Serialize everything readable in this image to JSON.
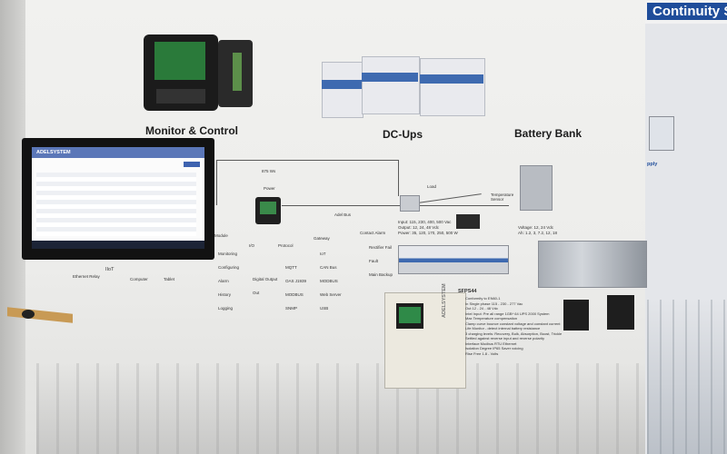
{
  "banner": {
    "title": "Continuity S"
  },
  "headings": {
    "monitor": "Monitor & Control",
    "dcups": "DC-Ups",
    "battery": "Battery Bank"
  },
  "tv": {
    "brand": "ADELSYSTEM"
  },
  "diagram": {
    "power_rating": "875 Ws",
    "power": "Power",
    "load": "Load",
    "adel_bus": "Adel Bus",
    "temp_sensor": "Temperature Sensor",
    "dc_specs": "Input: 115, 230, 400, 500 Vac\nOutput: 12, 24, 48 Vdc\nPower: 35, 120, 170, 250, 500 W",
    "battery_specs": "Voltage: 12, 24 Vdc\nAh: 1.2, 3, 7.2, 12, 18",
    "contact_alarm": "Contact Alarm",
    "rectifier": "Rectifier Fail",
    "fault": "Fault",
    "main_backup": "Main Backup",
    "ethernet": "Ethernet Relay",
    "iot": "IIoT",
    "computer": "Computer",
    "tablet": "Tablet",
    "col_module": "Module",
    "col_io": "I/O",
    "col_protocol": "Protocol",
    "col_gateway": "Gateway",
    "module_items": [
      "Monitoring",
      "Configuring",
      "Alarm",
      "History",
      "Logging"
    ],
    "io_items": [
      "Digital Output",
      "Out"
    ],
    "protocol_items": [
      "MQTT",
      "OAS J1939",
      "MODBUS",
      "SNMP"
    ],
    "gateway_items": [
      "IoT",
      "CAN Bus",
      "MODBUS",
      "Web Server",
      "USB"
    ],
    "sfps_title": "SFPS44",
    "sfps_text": [
      "Conformity to EN60-1",
      "In Single phase 115 - 230 - 277 Vac",
      "Out 12 - 24 - 48 Vdc",
      "Intel Input: Pre all range 1GB* 64 UPS 2000 System",
      "Max Temperature compensation",
      "Clamp curve bounce constant voltage and constant current",
      "Life Monitor - detect internal battery resistance",
      "3 charging levels: Recovery, Bulk, Absorption, Boost, Trickle",
      "Settled against reverse input and reverse polarity",
      "Interface Modbus RTU Ethernet",
      "Isolation Degree IP65 Saver voicing",
      "Rise Free 1.8 - Volts"
    ],
    "box_brand": "ADELSYSTEM",
    "right_text": "pply"
  }
}
